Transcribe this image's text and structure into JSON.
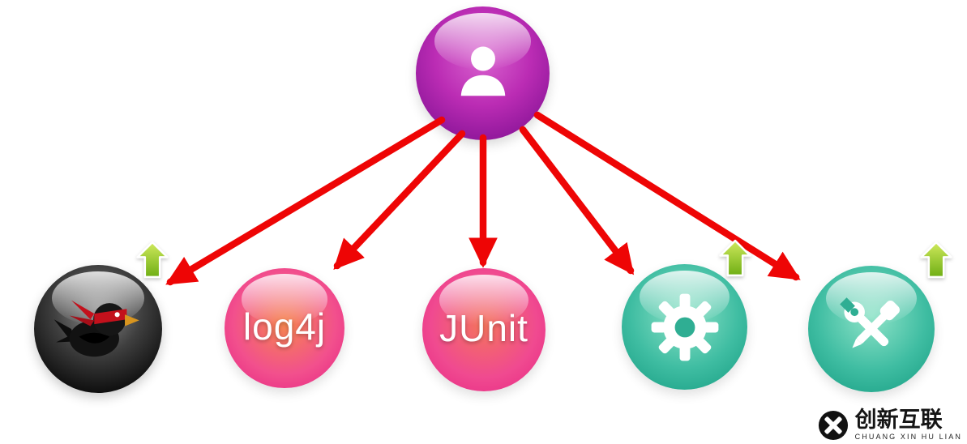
{
  "diagram": {
    "root": {
      "id": "user",
      "icon": "person-icon",
      "sphere_color": "#b32bb0"
    },
    "nodes": [
      {
        "id": "ninja-bird",
        "label": "",
        "icon": "ninja-bird-icon",
        "sphere_color": "#1c1c1c",
        "upgrade_arrow": true
      },
      {
        "id": "log4j",
        "label": "log4j",
        "icon": "",
        "sphere_color": "#f0418c",
        "upgrade_arrow": false
      },
      {
        "id": "junit",
        "label": "JUnit",
        "icon": "",
        "sphere_color": "#f0418c",
        "upgrade_arrow": false
      },
      {
        "id": "settings",
        "label": "",
        "icon": "gear-icon",
        "sphere_color": "#35b79c",
        "upgrade_arrow": true
      },
      {
        "id": "tools",
        "label": "",
        "icon": "tools-icon",
        "sphere_color": "#35b79c",
        "upgrade_arrow": true
      }
    ],
    "colors": {
      "arrow_red": "#ee0505",
      "upgrade_green": "#8cc63e",
      "background": "#ffffff"
    }
  },
  "watermark": {
    "brand": "创新互联",
    "subtitle": "CHUANG XIN HU LIAN"
  }
}
